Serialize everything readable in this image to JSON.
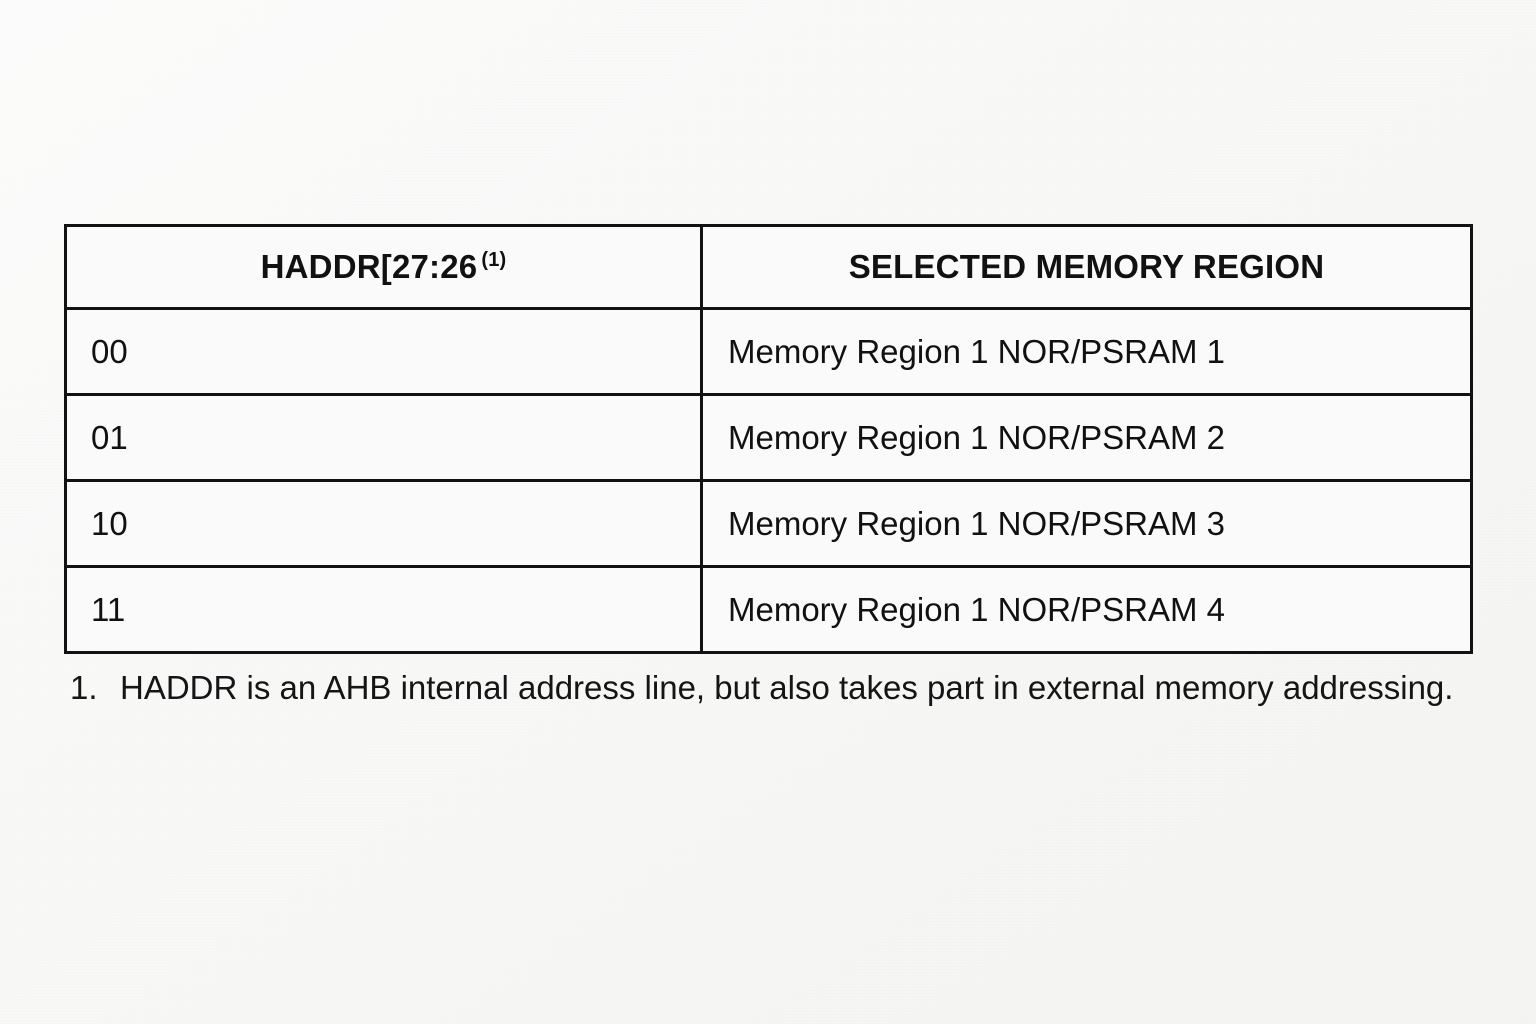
{
  "document": {
    "background_color": "#f7f7f6",
    "text_color": "#111111",
    "border_color": "#121212"
  },
  "table": {
    "columns": [
      {
        "id": "haddr-bits",
        "label": "HADDR[27:26",
        "footnote_marker": "(1)",
        "align": "center"
      },
      {
        "id": "selected-memory-region",
        "label": "SELECTED MEMORY REGION",
        "footnote_marker": "",
        "align": "center"
      }
    ],
    "rows": [
      {
        "bits": "00",
        "region": "Memory Region 1 NOR/PSRAM 1"
      },
      {
        "bits": "01",
        "region": "Memory Region 1 NOR/PSRAM 2"
      },
      {
        "bits": "10",
        "region": "Memory Region 1 NOR/PSRAM 3"
      },
      {
        "bits": "11",
        "region": "Memory Region 1 NOR/PSRAM 4"
      }
    ]
  },
  "footnotes": [
    {
      "marker": "1.",
      "text": "HADDR is an AHB internal address line, but also takes part in external memory addressing."
    }
  ]
}
